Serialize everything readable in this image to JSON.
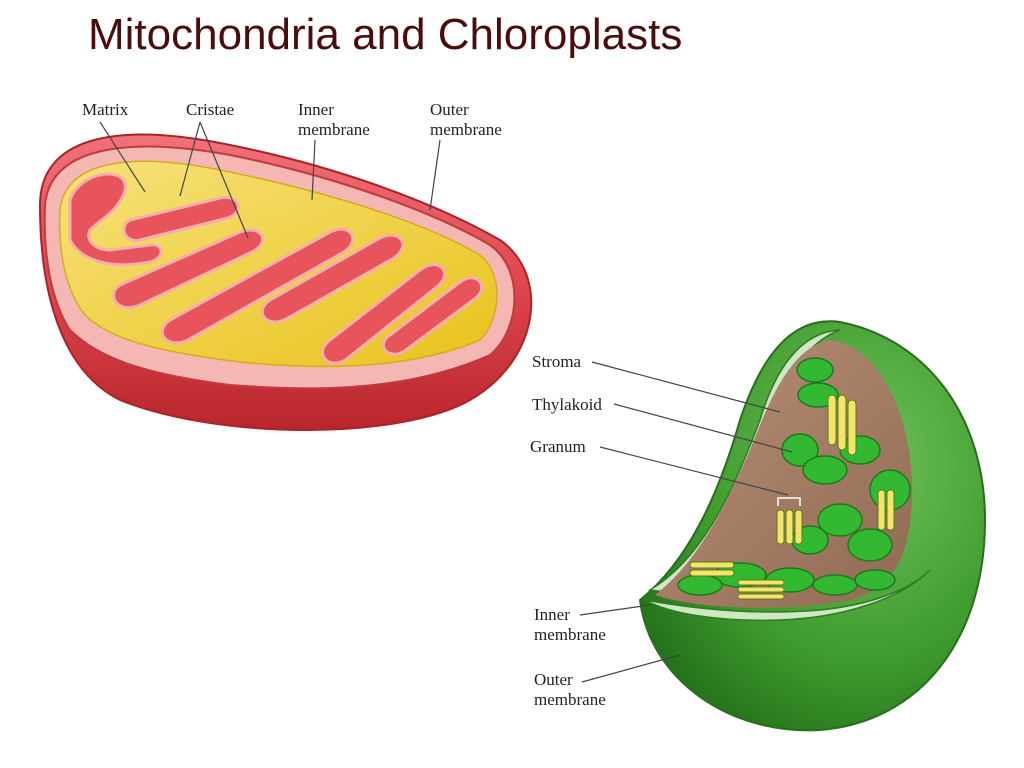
{
  "slide": {
    "title": "Mitochondria and Chloroplasts"
  },
  "mitochondrion": {
    "labels": {
      "matrix": "Matrix",
      "cristae": "Cristae",
      "inner_membrane": [
        "Inner",
        "membrane"
      ],
      "outer_membrane": [
        "Outer",
        "membrane"
      ]
    }
  },
  "chloroplast": {
    "labels": {
      "stroma": "Stroma",
      "thylakoid": "Thylakoid",
      "granum": "Granum",
      "inner_membrane": [
        "Inner",
        "membrane"
      ],
      "outer_membrane": [
        "Outer",
        "membrane"
      ]
    }
  },
  "colors": {
    "title": "#4a0d0d",
    "mito_outer": "#e0464e",
    "mito_matrix": "#f2d02a",
    "chloro_outer": "#3f9b2e",
    "chloro_stroma": "#a27b62",
    "thylakoid": "#33b832"
  }
}
